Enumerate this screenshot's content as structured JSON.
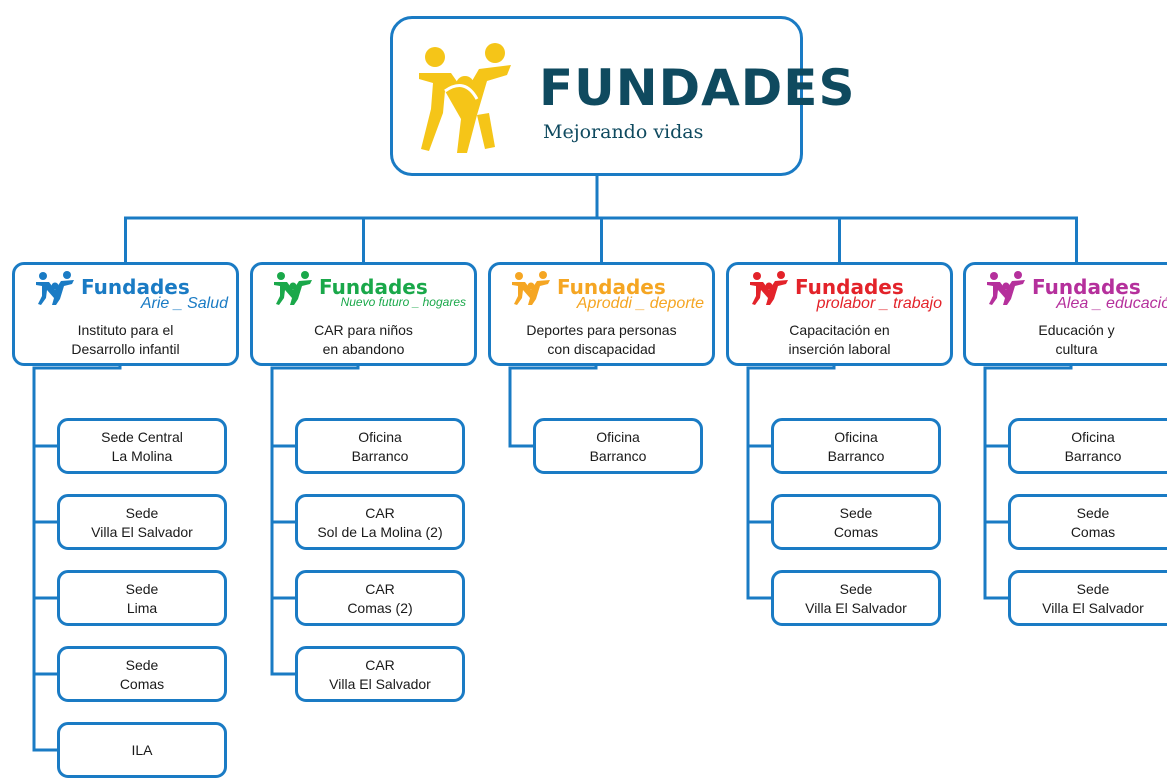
{
  "root": {
    "title": "FUNDADES",
    "subtitle": "Mejorando vidas",
    "logo_color": "#f5c518"
  },
  "colors": {
    "line": "#1a7bc4",
    "root_title": "#0f4a5f"
  },
  "orgs": [
    {
      "name": "Fundades",
      "tagline": "Arie _ Salud",
      "color": "#1a7bc4",
      "description": [
        "Instituto para el",
        "Desarrollo infantil"
      ],
      "children": [
        [
          "Sede Central",
          "La Molina"
        ],
        [
          "Sede",
          "Villa El Salvador"
        ],
        [
          "Sede",
          "Lima"
        ],
        [
          "Sede",
          "Comas"
        ],
        [
          "ILA"
        ]
      ]
    },
    {
      "name": "Fundades",
      "tagline": "Nuevo futuro _ hogares",
      "color": "#1aa84a",
      "description": [
        "CAR para niños",
        "en abandono"
      ],
      "children": [
        [
          "Oficina",
          "Barranco"
        ],
        [
          "CAR",
          "Sol de La Molina (2)"
        ],
        [
          "CAR",
          "Comas (2)"
        ],
        [
          "CAR",
          "Villa El Salvador"
        ]
      ]
    },
    {
      "name": "Fundades",
      "tagline": "Aproddi _ deporte",
      "color": "#f5a623",
      "description": [
        "Deportes para personas",
        "con discapacidad"
      ],
      "children": [
        [
          "Oficina",
          "Barranco"
        ]
      ]
    },
    {
      "name": "Fundades",
      "tagline": "prolabor _ trabajo",
      "color": "#e3232a",
      "description": [
        "Capacitación en",
        "inserción laboral"
      ],
      "children": [
        [
          "Oficina",
          "Barranco"
        ],
        [
          "Sede",
          "Comas"
        ],
        [
          "Sede",
          "Villa El Salvador"
        ]
      ]
    },
    {
      "name": "Fundades",
      "tagline": "Alea _ educación",
      "color": "#b5309c",
      "description": [
        "Educación y",
        "cultura"
      ],
      "children": [
        [
          "Oficina",
          "Barranco"
        ],
        [
          "Sede",
          "Comas"
        ],
        [
          "Sede",
          "Villa El Salvador"
        ]
      ]
    }
  ]
}
